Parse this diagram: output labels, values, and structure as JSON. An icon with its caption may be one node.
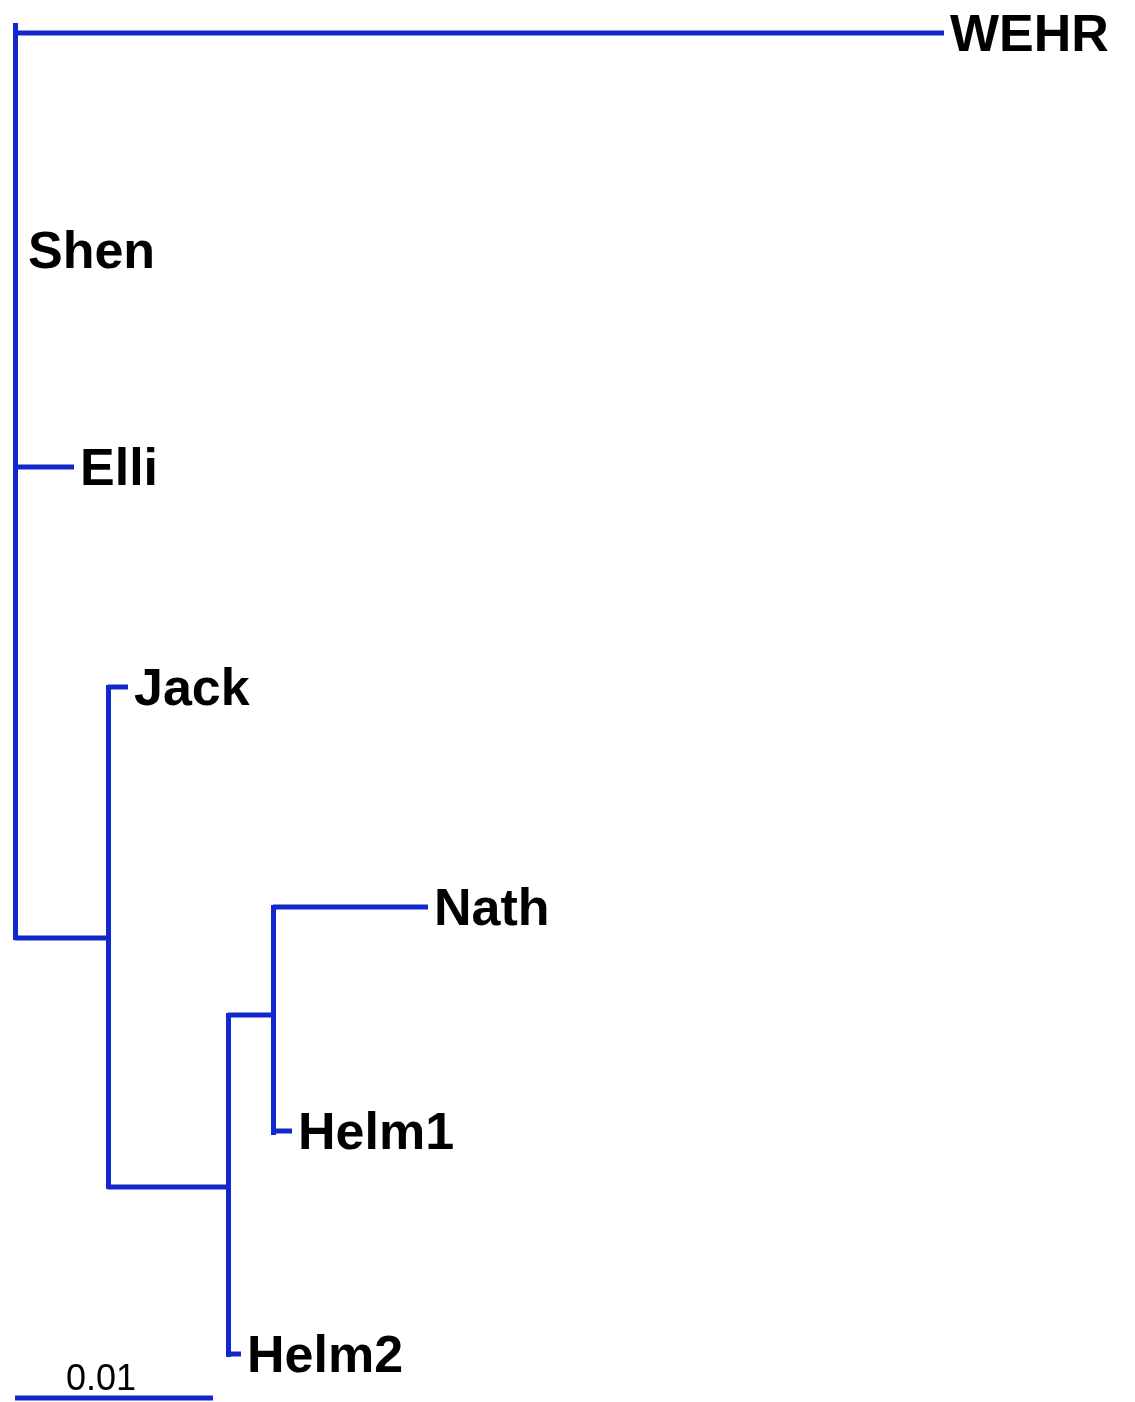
{
  "diagram": {
    "nodes": [
      {
        "text": [],
        "shape": "bar"
      },
      {
        "text": [
          "WEHR"
        ]
      },
      {
        "text": [
          "Shen"
        ]
      },
      {
        "text": [
          "Elli"
        ]
      },
      {
        "text": [],
        "shape": "bar"
      },
      {
        "text": [
          "Jack"
        ]
      },
      {
        "text": [],
        "shape": "bar"
      },
      {
        "text": [
          "Nath"
        ]
      },
      {
        "text": [],
        "shape": "bar"
      },
      {
        "text": [
          "Helm1"
        ]
      },
      {
        "text": [
          "Helm2"
        ]
      }
    ],
    "edges": [
      {
        "from": 0,
        "to": 1,
        "arrow": "none"
      },
      {
        "from": 0,
        "to": 3,
        "arrow": "none"
      },
      {
        "from": 0,
        "to": 4,
        "arrow": "none"
      },
      {
        "from": 4,
        "to": 5,
        "arrow": "none"
      },
      {
        "from": 4,
        "to": 8,
        "arrow": "none"
      },
      {
        "from": 8,
        "to": 6,
        "arrow": "none"
      },
      {
        "from": 8,
        "to": 10,
        "arrow": "none"
      },
      {
        "from": 6,
        "to": 7,
        "arrow": "none"
      },
      {
        "from": 6,
        "to": 9,
        "arrow": "none"
      }
    ],
    "labels": [
      "0.01"
    ]
  }
}
